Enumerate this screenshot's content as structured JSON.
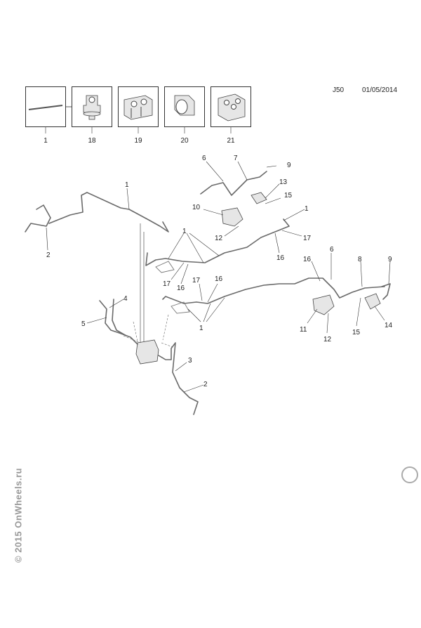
{
  "header": {
    "code": "J50",
    "date": "01/05/2014"
  },
  "legend_boxes": [
    {
      "number": "1",
      "icon": "brake-pipe-icon"
    },
    {
      "number": "18",
      "icon": "pipe-clip-icon"
    },
    {
      "number": "19",
      "icon": "double-pipe-clip-icon"
    },
    {
      "number": "20",
      "icon": "hose-clip-icon"
    },
    {
      "number": "21",
      "icon": "triple-pipe-clip-icon"
    }
  ],
  "callouts": {
    "c1a": "1",
    "c2a": "2",
    "c6a": "6",
    "c7": "7",
    "c9a": "9",
    "c13": "13",
    "c15a": "15",
    "c10": "10",
    "c12a": "12",
    "c1b": "1",
    "c17a": "17",
    "c16a": "16",
    "c1c": "1",
    "c17b": "17",
    "c16b": "16",
    "c17c": "17",
    "c16c": "16",
    "c4": "4",
    "c5": "5",
    "c1d": "1",
    "c16d": "16",
    "c6b": "6",
    "c8": "8",
    "c9b": "9",
    "c11": "11",
    "c12b": "12",
    "c15b": "15",
    "c14": "14",
    "c3": "3",
    "c2b": "2"
  },
  "watermark": "© 2015 OnWheels.ru"
}
